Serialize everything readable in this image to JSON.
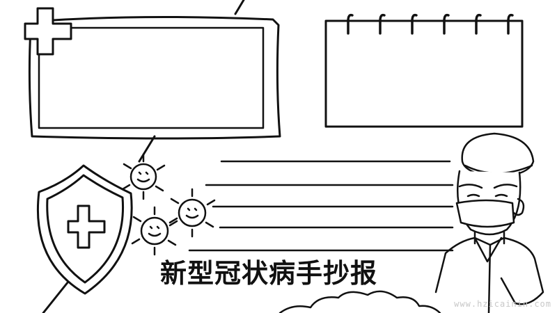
{
  "poster": {
    "title": "新型冠状病手抄报",
    "watermark": "www.hzicainin.com"
  },
  "icons": [
    "medical-cross-icon",
    "calendar-notepad-icon",
    "shield-cross-icon",
    "virus-icon",
    "doctor-illustration",
    "cloud-icon"
  ],
  "colors": {
    "ink": "#111111",
    "background": "#ffffff"
  }
}
